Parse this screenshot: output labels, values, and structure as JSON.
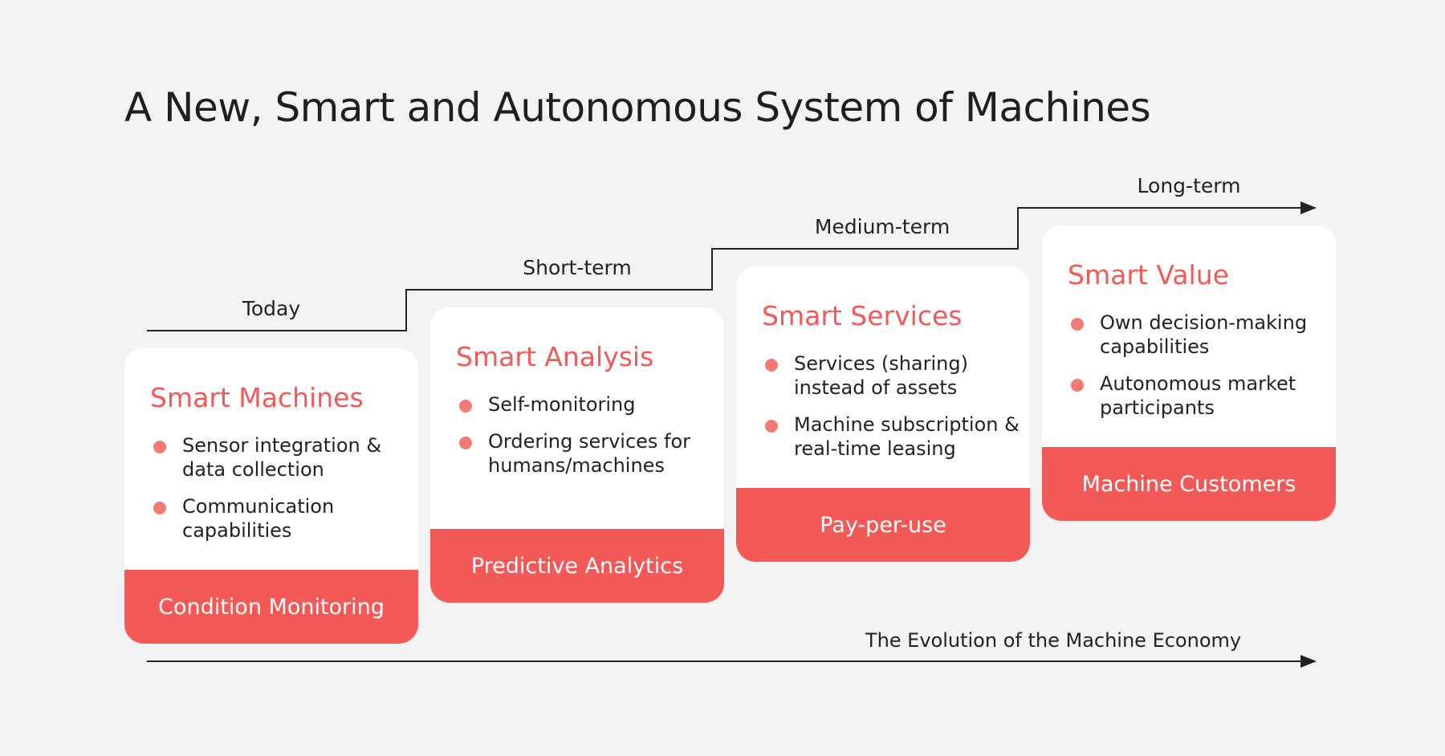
{
  "title": "A New, Smart and Autonomous System of Machines",
  "colors": {
    "accent": "#f35957",
    "bullet": "#f47b74",
    "background": "#f3f3f3",
    "card": "#ffffff"
  },
  "stages": [
    {
      "term": "Today",
      "card_title": "Smart Machines",
      "bullets": [
        "Sensor integration & data collection",
        "Communication capabilities"
      ],
      "footer": "Condition Monitoring"
    },
    {
      "term": "Short-term",
      "card_title": "Smart Analysis",
      "bullets": [
        "Self-monitoring",
        "Ordering services for humans/machines"
      ],
      "footer": "Predictive Analytics"
    },
    {
      "term": "Medium-term",
      "card_title": "Smart Services",
      "bullets": [
        "Services (sharing) instead of assets",
        "Machine subscription & real-time leasing"
      ],
      "footer": "Pay-per-use"
    },
    {
      "term": "Long-term",
      "card_title": "Smart Value",
      "bullets": [
        "Own decision-making capabilities",
        "Autonomous market participants"
      ],
      "footer": "Machine Customers"
    }
  ],
  "axis_label": "The Evolution of the Machine Economy"
}
